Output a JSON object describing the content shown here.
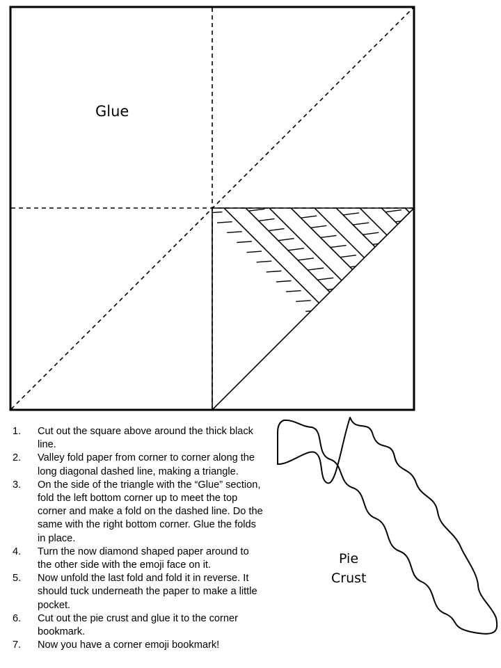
{
  "labels": {
    "glue": "Glue",
    "pie_crust_line1": "Pie",
    "pie_crust_line2": "Crust"
  },
  "steps": [
    {
      "number": "1.",
      "text": "Cut out the square above around the thick black line."
    },
    {
      "number": "2.",
      "text": "Valley fold paper from corner to corner along the long diagonal dashed line, making a triangle."
    },
    {
      "number": "3.",
      "text": "On the side of the triangle with the “Glue” section, fold the left bottom corner up to meet the top corner and make a fold on the dashed line. Do the same with the right bottom corner. Glue the folds in place."
    },
    {
      "number": "4.",
      "text": "Turn the now diamond shaped paper around to the other side with the emoji face on it."
    },
    {
      "number": "5.",
      "text": "Now unfold the last fold and fold it in reverse. It should tuck underneath the paper to make a little pocket."
    },
    {
      "number": "6.",
      "text": "Cut out the pie crust and glue it to the corner bookmark."
    },
    {
      "number": "7.",
      "text": "Now you have a corner emoji bookmark!"
    }
  ],
  "colors": {
    "line": "#000000",
    "background": "#ffffff"
  }
}
